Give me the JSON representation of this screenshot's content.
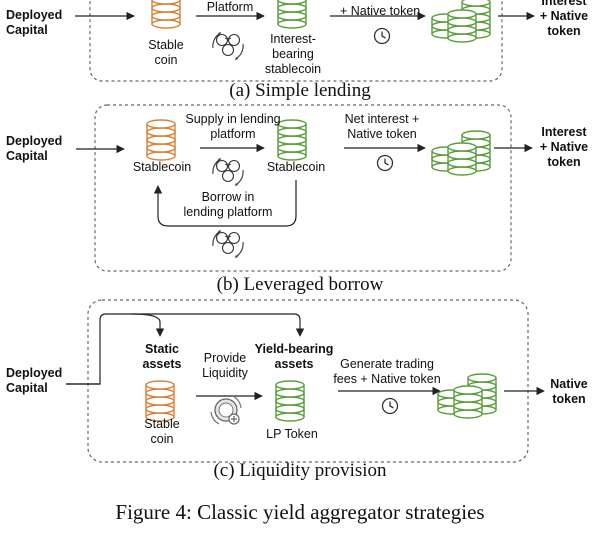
{
  "figure_caption": "Figure 4: Classic yield aggregator strategies",
  "colors": {
    "orange": "#d98236",
    "green": "#5a9e3c",
    "stroke": "#222222",
    "dash": "#666666",
    "gray": "#888888"
  },
  "panel_a": {
    "caption": "(a) Simple lending",
    "deployed_capital": "Deployed\nCapital",
    "platform": "Platform",
    "stable_coin": "Stable\ncoin",
    "interest_bearing": "Interest-\nbearing\nstablecoin",
    "native_token": "+ Native token",
    "output": "Interest\n+ Native\ntoken"
  },
  "panel_b": {
    "caption": "(b) Leveraged borrow",
    "deployed_capital": "Deployed\nCapital",
    "supply": "Supply in lending\nplatform",
    "stablecoin_left": "Stablecoin",
    "stablecoin_right": "Stablecoin",
    "borrow": "Borrow in\nlending platform",
    "net_interest": "Net interest +\nNative token",
    "output": "Interest\n+ Native\ntoken"
  },
  "panel_c": {
    "caption": "(c) Liquidity provision",
    "deployed_capital": "Deployed\nCapital",
    "static_assets": "Static\nassets",
    "provide_liquidity": "Provide\nLiquidity",
    "yield_bearing": "Yield-bearing\nassets",
    "generate": "Generate trading\nfees + Native token",
    "stable_coin": "Stable\ncoin",
    "lp_token": "LP Token",
    "output": "Native\ntoken"
  },
  "icons": [
    "orange-coin-stack-icon",
    "green-coin-stack-icon",
    "green-coin-pile-icon",
    "clock-icon",
    "lending-cycle-icon",
    "liquidity-coin-icon"
  ]
}
